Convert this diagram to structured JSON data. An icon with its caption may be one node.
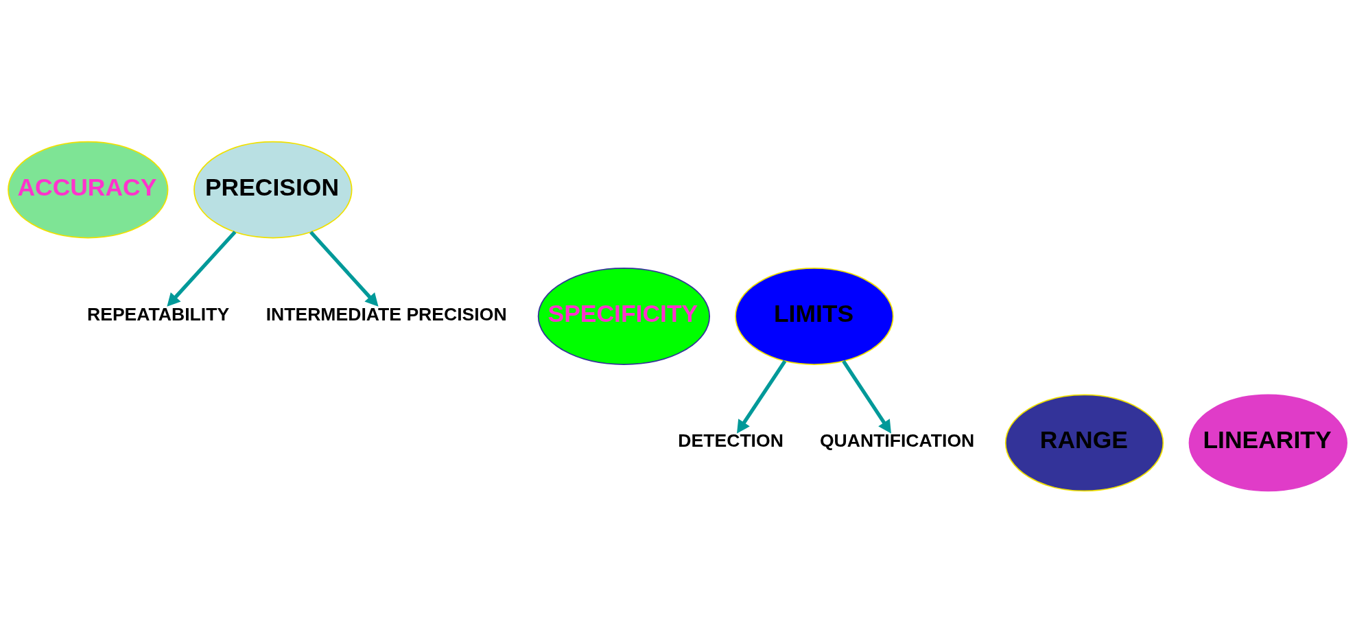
{
  "diagram": {
    "nodes": [
      {
        "text": [
          "ACCURACY"
        ]
      },
      {
        "text": [
          "PRECISION"
        ]
      },
      {
        "text": [
          "REPEATABILITY"
        ]
      },
      {
        "text": [
          "SPECIFICITY"
        ]
      },
      {
        "text": [
          "LIMITS"
        ]
      },
      {
        "text": [
          "INTERMEDIATE PRECISION"
        ]
      },
      {
        "text": [
          "DETECTION"
        ]
      },
      {
        "text": [
          "RANGE"
        ]
      },
      {
        "text": [
          "LINEARITY"
        ]
      },
      {
        "text": [
          "QUANTIFICATION"
        ]
      }
    ],
    "edges": [
      {
        "from": 1,
        "to": 2,
        "arrow": "to"
      },
      {
        "from": 1,
        "to": 5,
        "arrow": "to"
      },
      {
        "from": 4,
        "to": 6,
        "arrow": "to"
      },
      {
        "from": 4,
        "to": 9,
        "arrow": "to"
      }
    ]
  }
}
